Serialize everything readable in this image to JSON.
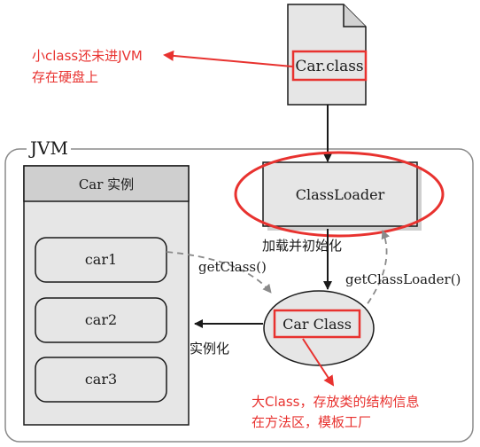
{
  "diagram": {
    "file_label": "Car.class",
    "note_top": [
      "小class还未进JVM",
      "存在硬盘上"
    ],
    "jvm_label": "JVM",
    "instances_title": "Car 实例",
    "instances": [
      "car1",
      "car2",
      "car3"
    ],
    "classloader_label": "ClassLoader",
    "load_init_label": "加载并初始化",
    "getclass_label": "getClass()",
    "getclassloader_label": "getClassLoader()",
    "carclass_label": "Car Class",
    "instantiate_label": "实例化",
    "note_bottom": [
      "大Class，存放类的结构信息",
      "在方法区，模板工厂"
    ],
    "colors": {
      "annotation_red": "#e8322f",
      "box_fill": "#e6e6e6",
      "header_fill": "#cfcfcf",
      "outline": "#1a1a1a",
      "dashed_gray": "#8a8a8a"
    }
  }
}
